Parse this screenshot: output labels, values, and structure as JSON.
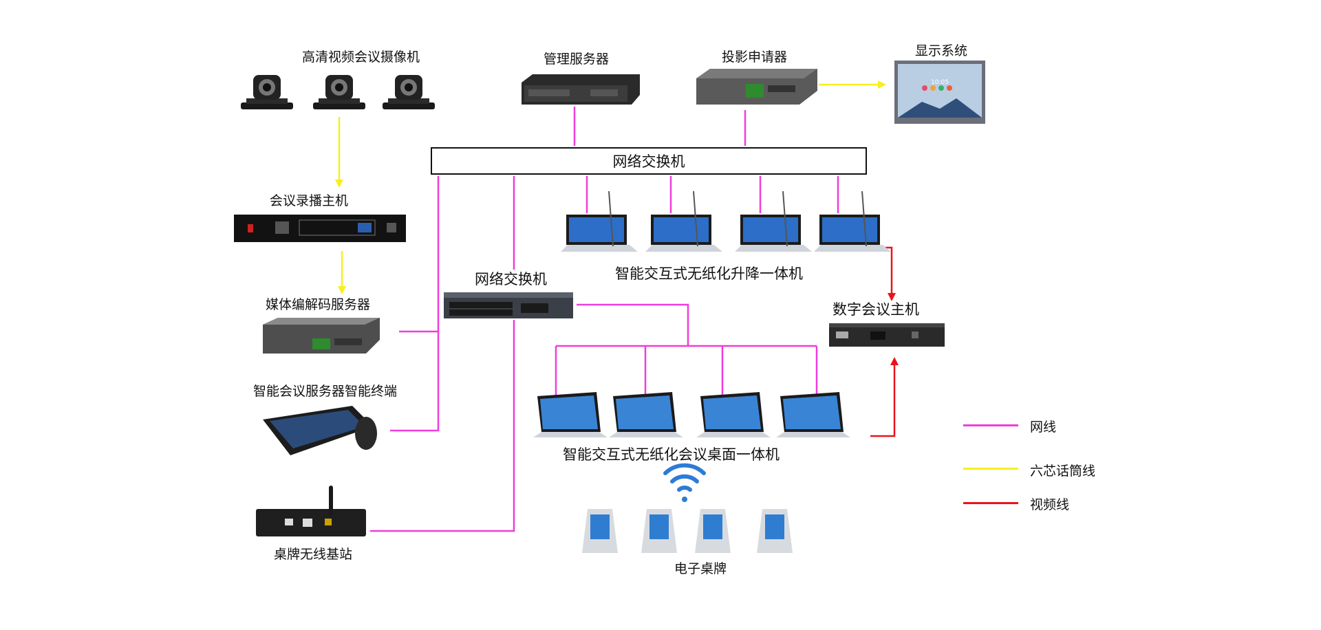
{
  "labels": {
    "cameras": "高清视频会议摄像机",
    "mgmt_server": "管理服务器",
    "projector_requester": "投影申请器",
    "display_system": "显示系统",
    "main_switch": "网络交换机",
    "recorder": "会议录播主机",
    "codec_server": "媒体编解码服务器",
    "smart_terminal": "智能会议服务器智能终端",
    "wireless_base": "桌牌无线基站",
    "sub_switch": "网络交换机",
    "lift_units": "智能交互式无纸化升降一体机",
    "digital_host": "数字会议主机",
    "desk_units": "智能交互式无纸化会议桌面一体机",
    "e_nameplates": "电子桌牌"
  },
  "display_clock": "10:05",
  "legend": [
    {
      "label": "网线",
      "color": "#f03cdc"
    },
    {
      "label": "六芯话筒线",
      "color": "#f7ef1e"
    },
    {
      "label": "视频线",
      "color": "#e8141b"
    }
  ],
  "colors": {
    "network": "#f03cdc",
    "mic": "#f7ef1e",
    "video": "#e8141b"
  }
}
